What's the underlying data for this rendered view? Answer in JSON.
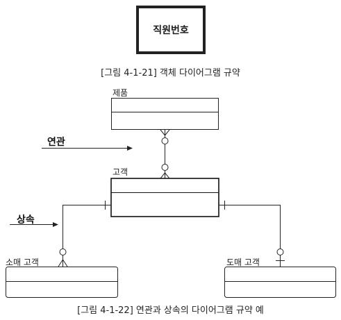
{
  "figure1": {
    "entity_text": "직원번호",
    "caption": "[그림 4-1-21] 객체 다이어그램 규약"
  },
  "figure2": {
    "entities": {
      "product": "제품",
      "customer": "고객",
      "retail_customer": "소매 고객",
      "wholesale_customer": "도매 고객"
    },
    "annotations": {
      "association": "연관",
      "inheritance": "상속"
    },
    "caption": "[그림 4-1-22] 연관과 상속의 다이어그램 규약 예"
  }
}
